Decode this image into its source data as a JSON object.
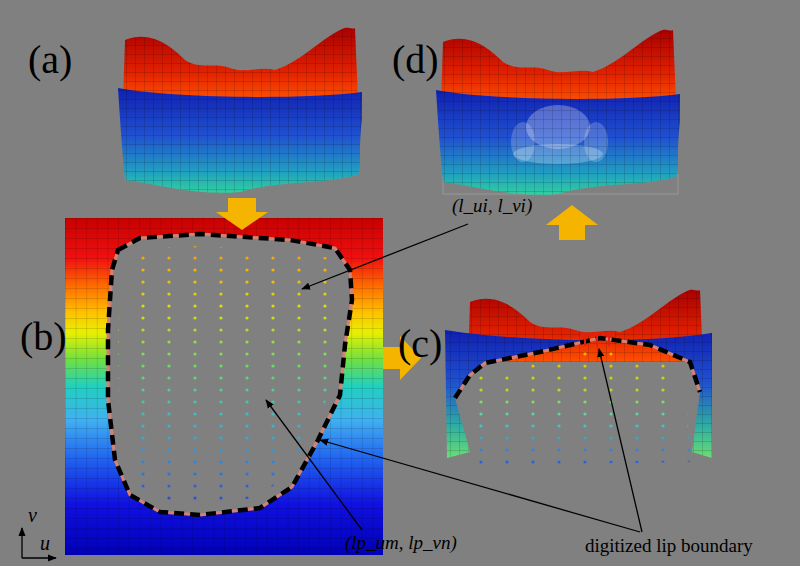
{
  "diagram": {
    "labels": [
      "(a)",
      "(d)",
      "(l_ui, l_vi)",
      "(b)",
      "(c)",
      "v",
      "u",
      "(lp_um, lp_vn)",
      "digitized lip boundary"
    ]
  }
}
